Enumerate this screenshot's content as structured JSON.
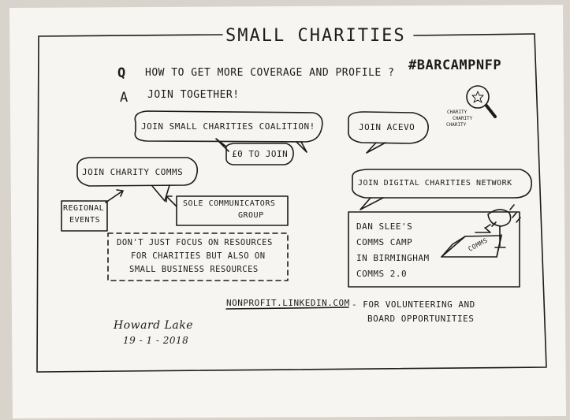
{
  "sheet": {
    "title": "SMALL CHARITIES",
    "hashtag": "#BARCAMPNFP",
    "question": {
      "marker": "Q",
      "text": "HOW TO GET MORE COVERAGE AND PROFILE ?"
    },
    "answer": {
      "marker": "A",
      "text": "JOIN TOGETHER!"
    },
    "badge_words": [
      "CHARITY",
      "CHARITY",
      "CHARITY"
    ],
    "bubbles": {
      "small_charities": "JOIN SMALL CHARITIES COALITION!",
      "cost": "£0 TO JOIN",
      "acevo": "JOIN ACEVO",
      "charity_comms": "JOIN CHARITY COMMS",
      "digital": "JOIN DIGITAL CHARITIES NETWORK"
    },
    "boxes": {
      "regional": [
        "REGIONAL",
        "EVENTS"
      ],
      "sole": [
        "SOLE COMMUNICATORS",
        "GROUP"
      ],
      "note": [
        "DON'T JUST FOCUS ON RESOURCES",
        "FOR CHARITIES BUT ALSO ON",
        "SMALL BUSINESS RESOURCES"
      ],
      "dan": [
        "DAN SLEE'S",
        "COMMS CAMP",
        "IN BIRMINGHAM",
        "COMMS 2.0"
      ],
      "tent_label": "COMMS"
    },
    "link": {
      "url": "NONPROFIT.LINKEDIN.COM",
      "text": "- FOR VOLUNTEERING AND",
      "text2": "BOARD OPPORTUNITIES"
    },
    "author": {
      "name": "Howard Lake",
      "date": "19 - 1 - 2018"
    }
  },
  "colors": {
    "background": "#d8d3cb",
    "paper": "#f6f5f1",
    "ink": "#1c1c1c"
  }
}
